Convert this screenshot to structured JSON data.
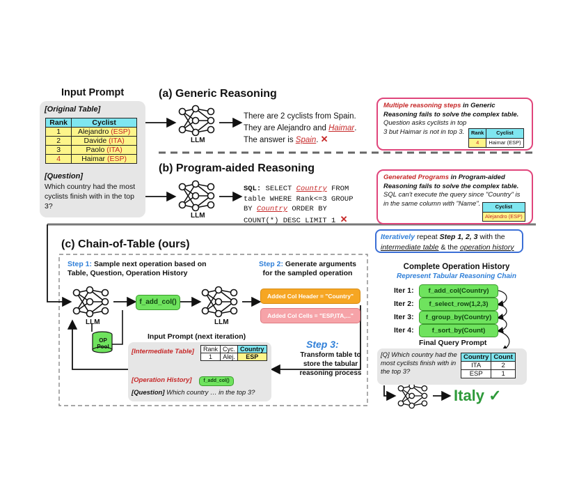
{
  "input_prompt": {
    "title": "Input Prompt",
    "table_label": "[Original Table]",
    "headers": [
      "Rank",
      "Cyclist"
    ],
    "rows": [
      {
        "rank": "1",
        "name": "Alejandro",
        "country": "(ESP)"
      },
      {
        "rank": "2",
        "name": "Davide",
        "country": "(ITA)"
      },
      {
        "rank": "3",
        "name": "Paolo",
        "country": "(ITA)"
      },
      {
        "rank": "4",
        "name": "Haimar",
        "country": "(ESP)"
      }
    ],
    "question_label": "[Question]",
    "question": "Which country had the most cyclists finish with in the top 3?"
  },
  "generic": {
    "title": "(a) Generic Reasoning",
    "llm": "LLM",
    "text1": "There are 2 cyclists from Spain.",
    "text2a": "They are Alejandro and",
    "text2b": "Haimar",
    "text3a": "The answer is",
    "text3b": "Spain",
    "cross": "✕",
    "note_bold": "Multiple reasoning steps",
    "note_mid": "in",
    "note_bold2": "Generic Reasoning fails to solve the complex table.",
    "note_text": "Question asks cyclists in top 3 but Haimar is not in top 3.",
    "note_table_headers": [
      "Rank",
      "Cyclist"
    ],
    "note_table_row": [
      "4",
      "Haimar (ESP)"
    ]
  },
  "program": {
    "title": "(b) Program-aided Reasoning",
    "llm": "LLM",
    "sql_label": "SQL:",
    "l1a": "SELECT",
    "l1b": "Country",
    "l1c": "FROM",
    "l2": "table WHERE Rank<=3 GROUP",
    "l3a": "BY",
    "l3b": "Country",
    "l3c": "ORDER BY",
    "l4": "COUNT(*) DESC LIMIT 1",
    "cross": "✕",
    "note_bold": "Generated Programs",
    "note_mid": "in",
    "note_bold2": "Program-aided Reasoning fails to solve the complex table.",
    "note_text": "SQL can't execute the query since \"Country\" is in the same column with \"Name\".",
    "note_table_header": "Cyclist",
    "note_table_row": "Alejandro (ESP)"
  },
  "chain": {
    "title": "(c) Chain-of-Table (ours)",
    "step1_label": "Step 1:",
    "step1_text": "Sample next operation based on Table, Question, Operation History",
    "step2_label": "Step 2:",
    "step2_text": "Generate arguments for the sampled operation",
    "llm": "LLM",
    "op_pool": "OP Pool",
    "add_col": "f_add_col()",
    "arg1": "Added Col Header = \"Country\"",
    "arg2": "Added Col Cells = \"ESP,ITA,...\"",
    "input_next": "Input Prompt (next iteration)",
    "inter_label": "[Intermediate Table]",
    "inter_headers": [
      "Rank",
      "Cyc.",
      "Country"
    ],
    "inter_row": [
      "1",
      "Alej.",
      "ESP"
    ],
    "ophist_label": "[Operation History]",
    "ophist_value": "f_add_col()",
    "question_label": "[Question]",
    "question": "Which country … in the top 3?",
    "step3_label": "Step 3:",
    "step3_text": "Transform table to store the tabular reasoning process"
  },
  "iterative": {
    "a": "Iteratively",
    "b": "repeat",
    "c": "Step 1, 2, 3",
    "d": "with the",
    "e": "intermediate table",
    "f": "&",
    "g": "the",
    "h": "operation history"
  },
  "history": {
    "title": "Complete Operation History",
    "subtitle": "Represent Tabular Reasoning Chain",
    "iters": [
      {
        "label": "Iter 1:",
        "op": "f_add_col(Country)"
      },
      {
        "label": "Iter 2:",
        "op": "f_select_row(1,2,3)"
      },
      {
        "label": "Iter 3:",
        "op": "f_group_by(Country)"
      },
      {
        "label": "Iter 4:",
        "op": "f_sort_by(Count)"
      }
    ],
    "final_title": "Final Query Prompt",
    "final_q": "[Q] Which country had the most cyclists finish with in the top 3?",
    "final_headers": [
      "Country",
      "Count"
    ],
    "final_rows": [
      [
        "ITA",
        "2"
      ],
      [
        "ESP",
        "1"
      ]
    ],
    "answer": "Italy",
    "check": "✓"
  },
  "colors": {
    "green_pill": "#6fe35e",
    "orange": "#f6a623",
    "pink": "#f6a3a8",
    "note_border": "#e0457b",
    "blue_border": "#3b6fd6",
    "blue_text": "#2f7fd8",
    "highlight_yellow": "#fdf58a",
    "header_cyan": "#7fe6f0",
    "answer_green": "#2e9a3a"
  }
}
